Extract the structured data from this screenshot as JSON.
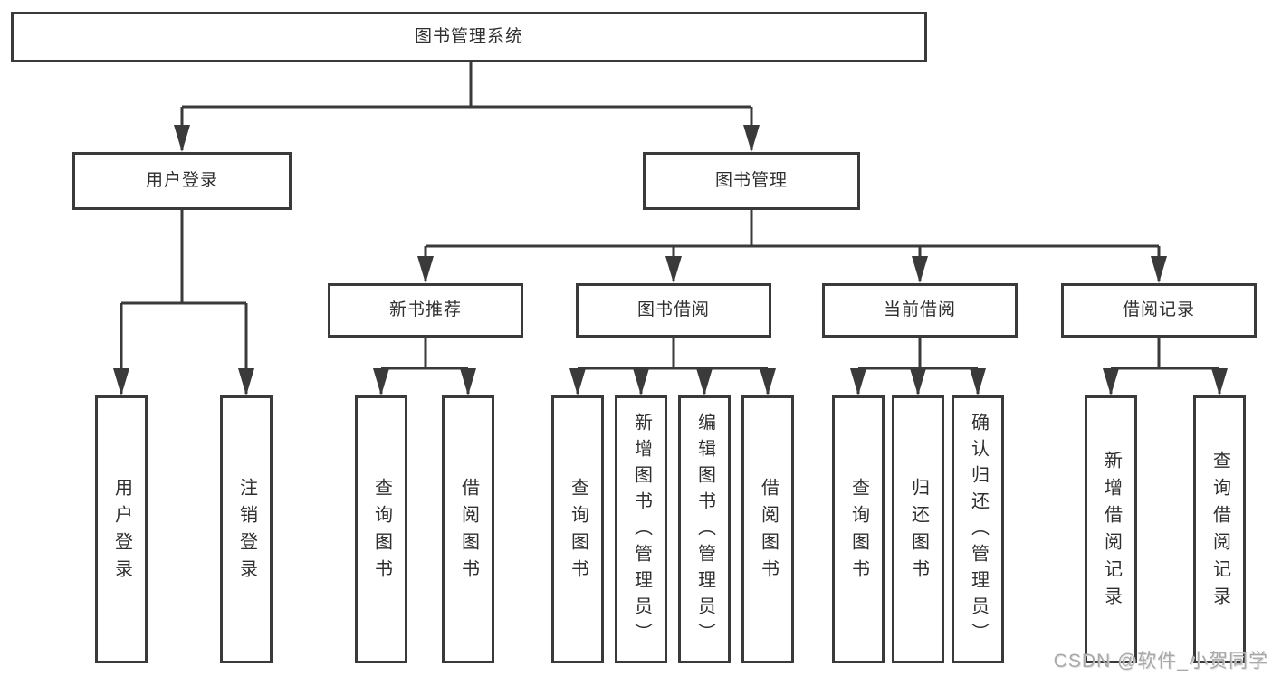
{
  "tree": {
    "label": "图书管理系统",
    "children": [
      {
        "label": "用户登录",
        "children": [
          {
            "label": "用户登录"
          },
          {
            "label": "注销登录"
          }
        ]
      },
      {
        "label": "图书管理",
        "children": [
          {
            "label": "新书推荐",
            "children": [
              {
                "label": "查询图书"
              },
              {
                "label": "借阅图书"
              }
            ]
          },
          {
            "label": "图书借阅",
            "children": [
              {
                "label": "查询图书"
              },
              {
                "label": "新增图书（管理员）"
              },
              {
                "label": "编辑图书（管理员）"
              },
              {
                "label": "借阅图书"
              }
            ]
          },
          {
            "label": "当前借阅",
            "children": [
              {
                "label": "查询图书"
              },
              {
                "label": "归还图书"
              },
              {
                "label": "确认归还（管理员）"
              }
            ]
          },
          {
            "label": "借阅记录",
            "children": [
              {
                "label": "新增借阅记录"
              },
              {
                "label": "查询借阅记录"
              }
            ]
          }
        ]
      }
    ]
  },
  "watermark": {
    "text": "CSDN @软件_小贺同学"
  },
  "colors": {
    "line": "#3a3a3a",
    "box_border": "#3a3a3a",
    "text": "#2f2f2f",
    "watermark": "#a9a9a9",
    "background": "#ffffff"
  }
}
